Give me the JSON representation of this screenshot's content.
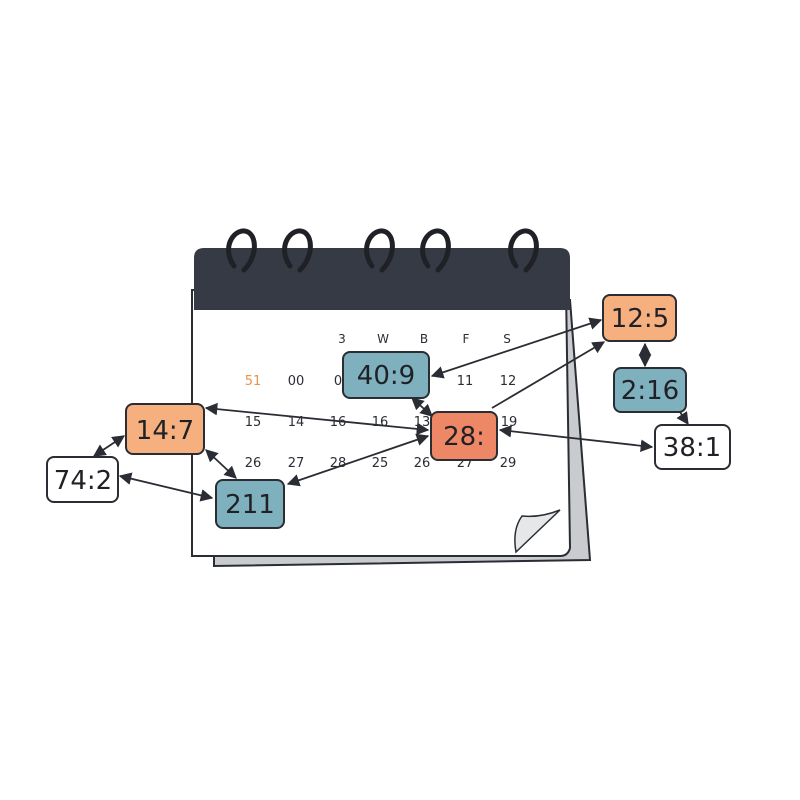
{
  "calendar": {
    "weekday_headers": [
      "3",
      "W",
      "B",
      "F",
      "S"
    ],
    "rows": [
      [
        "51",
        "00",
        "0",
        "",
        "11",
        "12"
      ],
      [
        "15",
        "14",
        "16",
        "16",
        "13",
        "",
        "19"
      ],
      [
        "26",
        "27",
        "28",
        "25",
        "26",
        "27",
        "29"
      ]
    ],
    "highlight_color": "#e8944a"
  },
  "boxes": [
    {
      "id": "box-1255",
      "label": "12:5",
      "color": "#f6b07f"
    },
    {
      "id": "box-2016",
      "label": "2:16",
      "color": "#7fb0bd"
    },
    {
      "id": "box-3851",
      "label": "38:1",
      "color": "#ffffff"
    },
    {
      "id": "box-4009",
      "label": "40:9",
      "color": "#7fb0bd"
    },
    {
      "id": "box-1447",
      "label": "14:7",
      "color": "#f6b07f"
    },
    {
      "id": "box-2800",
      "label": "28:",
      "color": "#ee8766"
    },
    {
      "id": "box-7402",
      "label": "74:2",
      "color": "#ffffff"
    },
    {
      "id": "box-211",
      "label": "211",
      "color": "#7fb0bd"
    }
  ],
  "colors": {
    "binding_bar": "#363a44",
    "outline": "#2a2d34",
    "shadow_page": "#c9cbcf"
  }
}
